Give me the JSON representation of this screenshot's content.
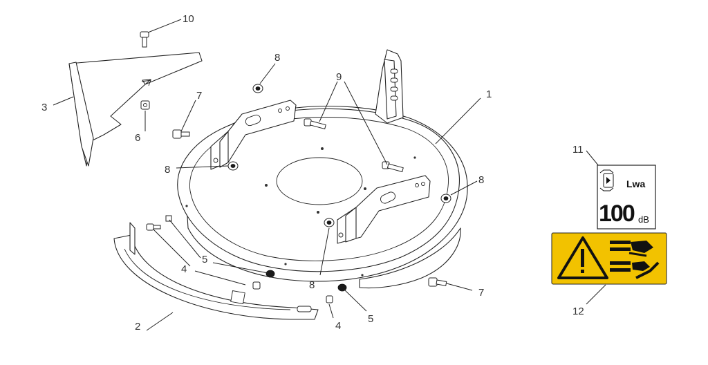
{
  "callouts": [
    {
      "id": "c1",
      "label": "1"
    },
    {
      "id": "c2",
      "label": "2"
    },
    {
      "id": "c3",
      "label": "3"
    },
    {
      "id": "c4a",
      "label": "4"
    },
    {
      "id": "c4b",
      "label": "4"
    },
    {
      "id": "c5a",
      "label": "5"
    },
    {
      "id": "c5b",
      "label": "5"
    },
    {
      "id": "c6",
      "label": "6"
    },
    {
      "id": "c7a",
      "label": "7"
    },
    {
      "id": "c7b",
      "label": "7"
    },
    {
      "id": "c8a",
      "label": "8"
    },
    {
      "id": "c8b",
      "label": "8"
    },
    {
      "id": "c8c",
      "label": "8"
    },
    {
      "id": "c8d",
      "label": "8"
    },
    {
      "id": "c9",
      "label": "9"
    },
    {
      "id": "c10",
      "label": "10"
    },
    {
      "id": "c11",
      "label": "11"
    },
    {
      "id": "c12",
      "label": "12"
    }
  ],
  "noise_decal": {
    "symbol": "Lwa",
    "value": "100",
    "unit": "dB"
  },
  "warning_decal": {
    "background_color": "#f2c200",
    "icons": [
      "warning-triangle-icon",
      "hand-crush-icon",
      "foot-blade-icon"
    ]
  },
  "colors": {
    "line": "#222222",
    "decal_yellow": "#f2c200"
  }
}
